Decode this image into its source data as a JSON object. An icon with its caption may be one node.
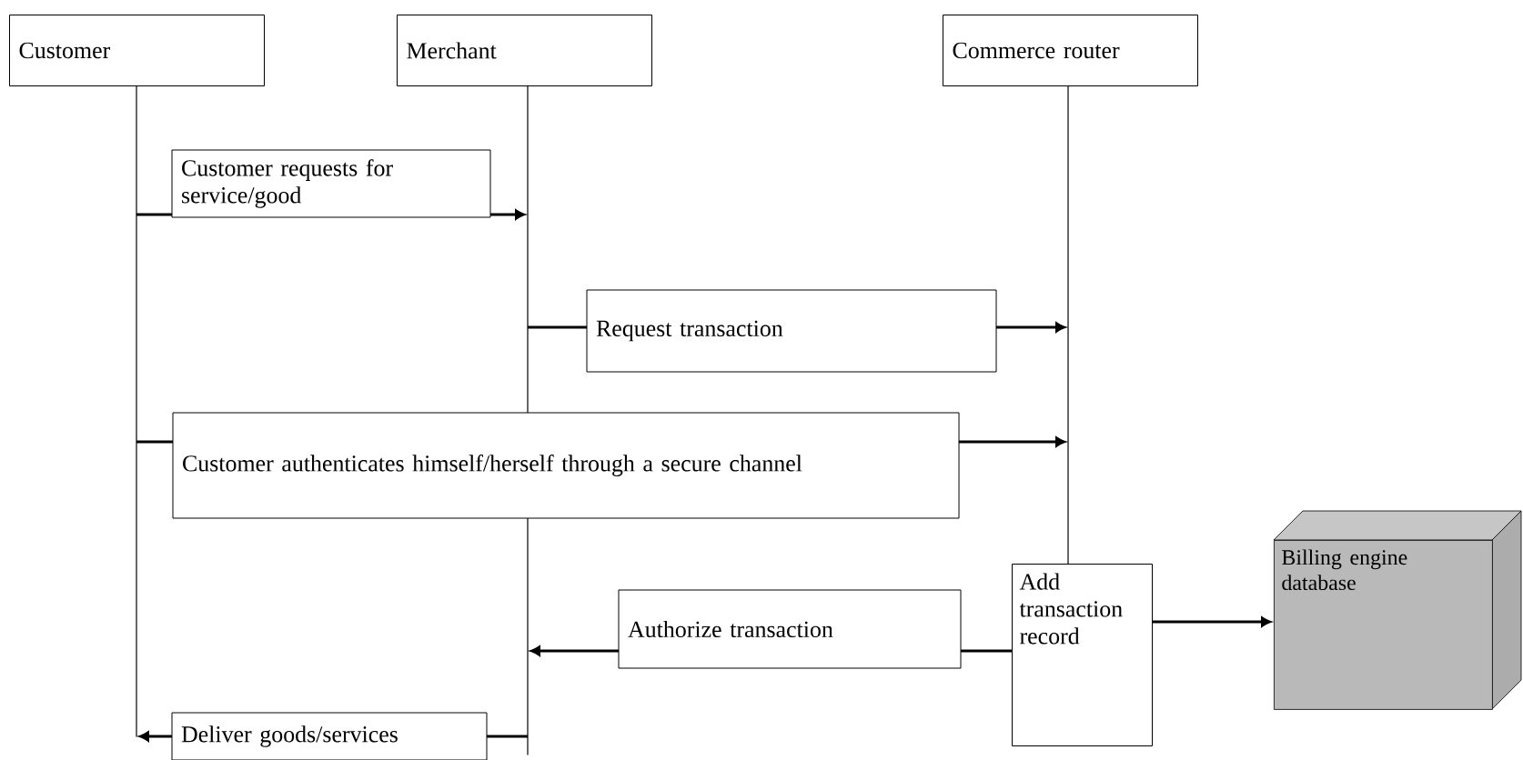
{
  "diagram": {
    "nodes": [
      {
        "text": [
          "Customer"
        ]
      },
      {
        "text": [
          "Merchant"
        ]
      },
      {
        "text": [
          "Commerce router"
        ]
      },
      {
        "text": [
          "Add transaction record"
        ]
      },
      {
        "text": [
          "Billing engine database"
        ]
      },
      {
        "text": [],
        "shape": "bar"
      },
      {
        "text": [],
        "shape": "bar"
      },
      {
        "text": [],
        "shape": "bar"
      }
    ],
    "edges": [
      {
        "from": 5,
        "to": 6,
        "arrow": "to",
        "label": "Customer requests for service/good"
      },
      {
        "from": 6,
        "to": 7,
        "arrow": "to",
        "label": "Request transaction"
      },
      {
        "from": 5,
        "to": 7,
        "arrow": "to",
        "label": "Customer authenticates himself/herself through a secure channel"
      },
      {
        "from": 3,
        "to": 6,
        "arrow": "to",
        "label": "Authorize transaction"
      },
      {
        "from": 6,
        "to": 5,
        "arrow": "to",
        "label": "Deliver goods/services"
      },
      {
        "from": 3,
        "to": 4,
        "arrow": "to"
      }
    ]
  }
}
